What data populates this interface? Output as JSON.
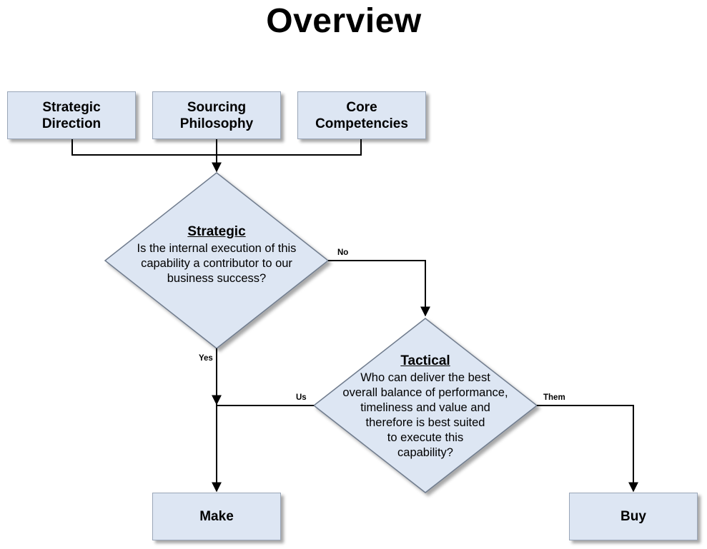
{
  "title": "Overview",
  "inputs": {
    "strategic_direction": [
      "Strategic",
      "Direction"
    ],
    "sourcing_philosophy": [
      "Sourcing",
      "Philosophy"
    ],
    "core_competencies": [
      "Core",
      "Competencies"
    ]
  },
  "decisions": {
    "strategic": {
      "title": "Strategic",
      "lines": [
        "Is the internal execution of this",
        "capability a contributor to our",
        "business success?"
      ]
    },
    "tactical": {
      "title": "Tactical",
      "lines": [
        "Who can deliver the best",
        "overall balance of performance,",
        "timeliness and value and",
        "therefore is best suited",
        "to execute this",
        "capability?"
      ]
    }
  },
  "edge_labels": {
    "no": "No",
    "yes": "Yes",
    "us": "Us",
    "them": "Them"
  },
  "outcomes": {
    "make": "Make",
    "buy": "Buy"
  }
}
